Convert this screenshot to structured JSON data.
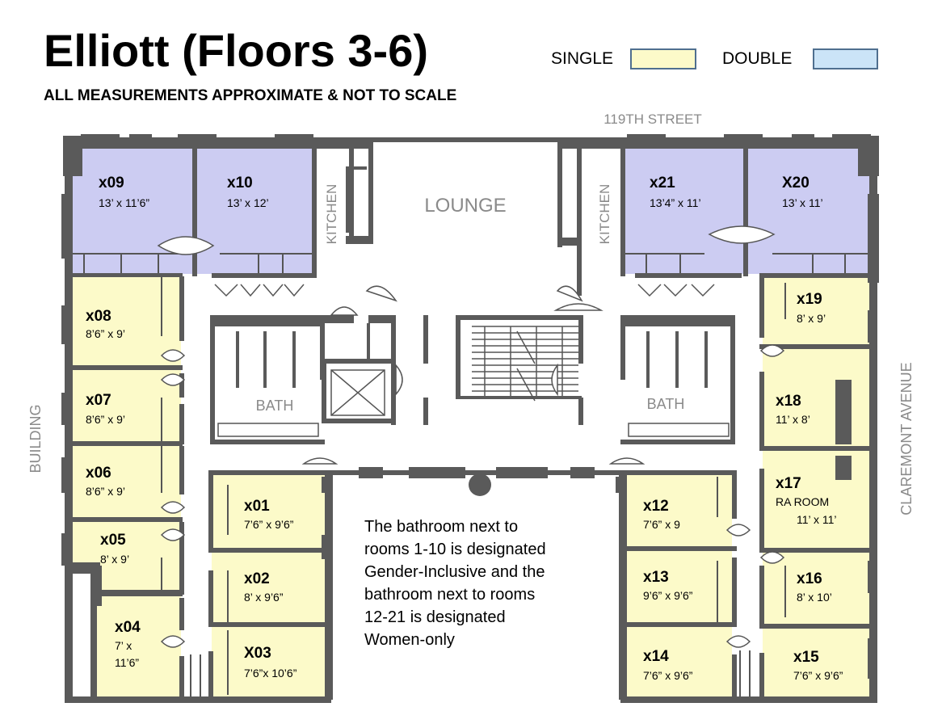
{
  "header": {
    "title": "Elliott (Floors 3-6)",
    "subtitle": "ALL MEASUREMENTS APPROXIMATE & NOT TO SCALE"
  },
  "legend": {
    "single_label": "SINGLE",
    "double_label": "DOUBLE",
    "single_color": "#fcfac9",
    "double_color": "#cbe4f7"
  },
  "colors": {
    "wall": "#5a5a5a",
    "double_room": "#ccccf2",
    "single_room": "#fcfac9",
    "floor": "#ffffff",
    "label_gray": "#8a8a8a"
  },
  "streets": {
    "top": "119TH STREET",
    "right": "CLAREMONT AVENUE",
    "left": "BUILDING"
  },
  "areas": {
    "lounge": "LOUNGE",
    "kitchen_left": "KITCHEN",
    "kitchen_right": "KITCHEN",
    "bath_left": "BATH",
    "bath_right": "BATH"
  },
  "rooms": {
    "x09": {
      "id": "x09",
      "dim": "13’ x 11’6”"
    },
    "x10": {
      "id": "x10",
      "dim": "13’ x 12’"
    },
    "x21": {
      "id": "x21",
      "dim": "13’4” x 11’"
    },
    "x20": {
      "id": "X20",
      "dim": "13’ x 11’"
    },
    "x08": {
      "id": "x08",
      "dim": "8’6” x 9’"
    },
    "x07": {
      "id": "x07",
      "dim": "8’6” x 9’"
    },
    "x06": {
      "id": "x06",
      "dim": "8’6” x 9’"
    },
    "x05": {
      "id": "x05",
      "dim": "8’ x 9’"
    },
    "x04": {
      "id": "x04",
      "dim": "7’ x",
      "dim2": "11’6”"
    },
    "x01": {
      "id": "x01",
      "dim": "7’6” x 9’6”"
    },
    "x02": {
      "id": "x02",
      "dim": "8’ x 9’6”"
    },
    "x03": {
      "id": "X03",
      "dim": "7’6”x 10’6”"
    },
    "x19": {
      "id": "x19",
      "dim": "8’ x 9’"
    },
    "x18": {
      "id": "x18",
      "dim": "11’ x 8’"
    },
    "x17": {
      "id": "x17",
      "note": "RA ROOM",
      "dim": "11’ x 11’"
    },
    "x16": {
      "id": "x16",
      "dim": "8’ x 10’"
    },
    "x15": {
      "id": "x15",
      "dim": "7’6” x 9’6”"
    },
    "x12": {
      "id": "x12",
      "dim": "7’6” x 9"
    },
    "x13": {
      "id": "x13",
      "dim": "9’6” x 9’6”"
    },
    "x14": {
      "id": "x14",
      "dim": "7’6” x 9’6”"
    }
  },
  "note": {
    "lines": [
      "The bathroom next to",
      "rooms 1-10 is designated",
      "Gender-Inclusive and the",
      "bathroom next to rooms",
      "12-21 is designated",
      "Women-only"
    ]
  }
}
